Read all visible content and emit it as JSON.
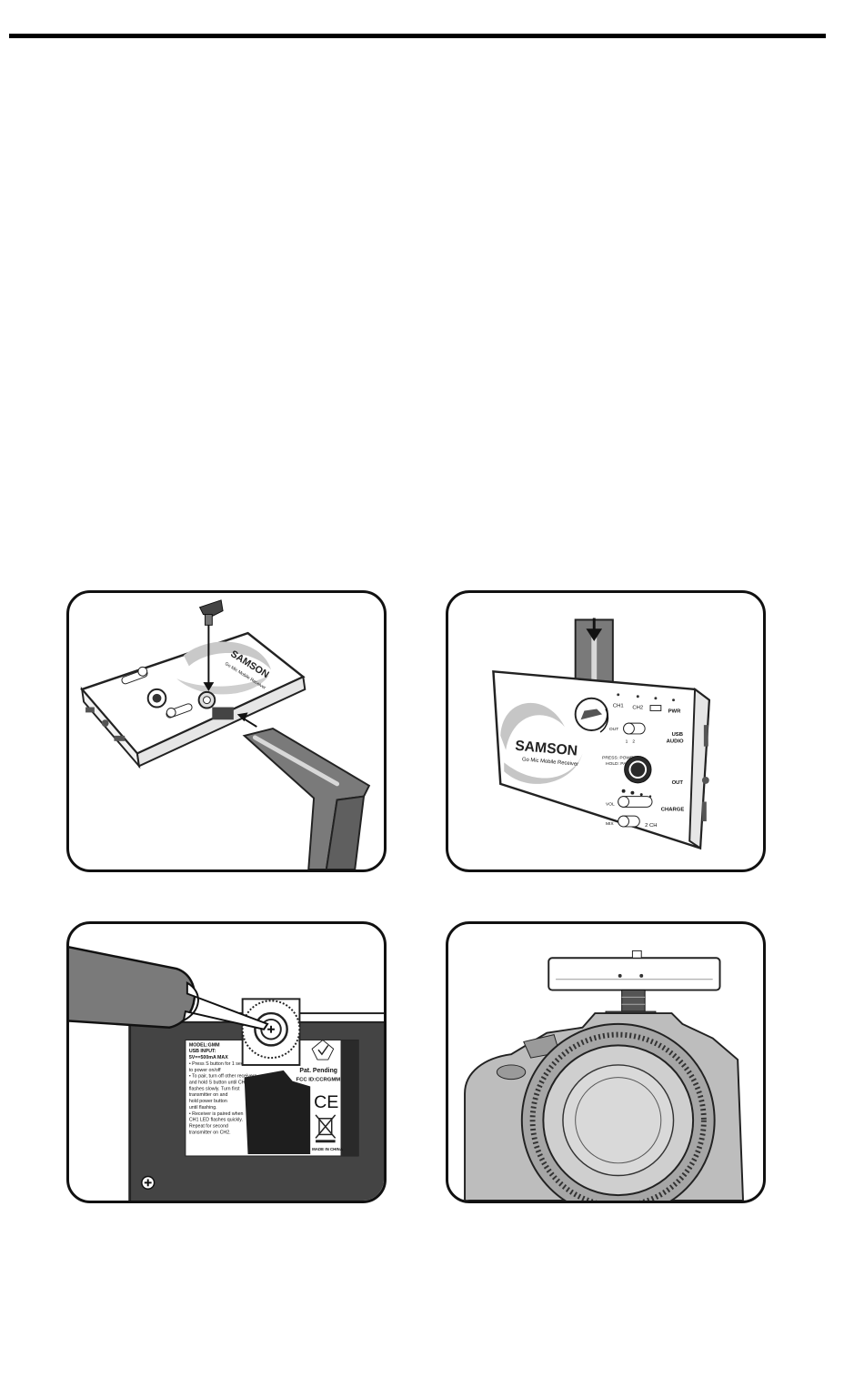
{
  "panel1": {
    "brand": "SAMSON",
    "model": "Go Mic Mobile Receiver"
  },
  "panel2": {
    "brand": "SAMSON",
    "model": "Go Mic Mobile Receiver",
    "ch1": "CH1",
    "ch2": "CH2",
    "pwr": "PWR",
    "out_small": "OUT",
    "one": "1",
    "two": "2",
    "press_power": "PRESS: POWER",
    "hold_pair": "HOLD: PAIR",
    "usb": "USB",
    "audio": "AUDIO",
    "out": "OUT",
    "charge": "CHARGE",
    "vol": "VOL",
    "mix": "MIX",
    "two_ch": "2 CH"
  },
  "panel3": {
    "label_lines": [
      "MODEL:GMM",
      "USB INPUT:",
      "5V==500mA MAX",
      "• Press S button for 1 sec.",
      "  to power on/off",
      "• To pair, turn off other receivers",
      "  and hold S button until CH1",
      "  flashes slowly. Turn first",
      "  transmitter on and",
      "  hold power button",
      "  until flashing.",
      "• Receiver is paired when",
      "  CH1 LED flashes quickly.",
      "  Repeat for second",
      "  transmitter on CH2."
    ],
    "pat_pending": "Pat. Pending",
    "fcc_id": "FCC ID:CCRGMM",
    "ce_mark": "CE",
    "made_in": "MADE IN CHINA"
  }
}
